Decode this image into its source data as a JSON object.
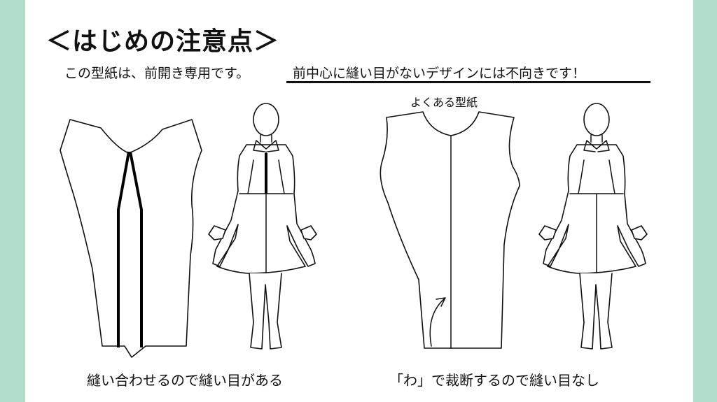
{
  "title": "＜はじめの注意点＞",
  "subtitle": {
    "part1": "この型紙は、前開き専用です。",
    "part2": "前中心に縫い目がないデザインには不向きです！"
  },
  "common_pattern_label": "よくある型紙",
  "caption_left": "縫い合わせるので縫い目がある",
  "caption_right": "「わ」で裁断するので縫い目なし",
  "colors": {
    "side_border": "#b2dccb",
    "slide_background": "#ffffff",
    "line": "#111111"
  }
}
